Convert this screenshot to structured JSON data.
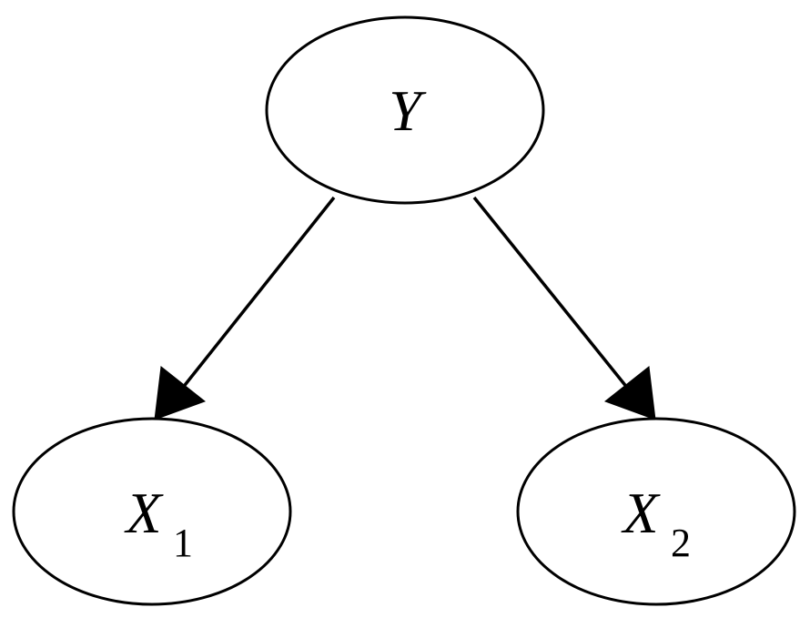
{
  "diagram": {
    "nodes": [
      {
        "id": "Y",
        "label": "Y",
        "subscript": ""
      },
      {
        "id": "X1",
        "label": "X",
        "subscript": "1"
      },
      {
        "id": "X2",
        "label": "X",
        "subscript": "2"
      }
    ],
    "edges": [
      {
        "from": "Y",
        "to": "X1"
      },
      {
        "from": "Y",
        "to": "X2"
      }
    ],
    "colors": {
      "stroke": "#000000",
      "fill": "#ffffff"
    }
  }
}
